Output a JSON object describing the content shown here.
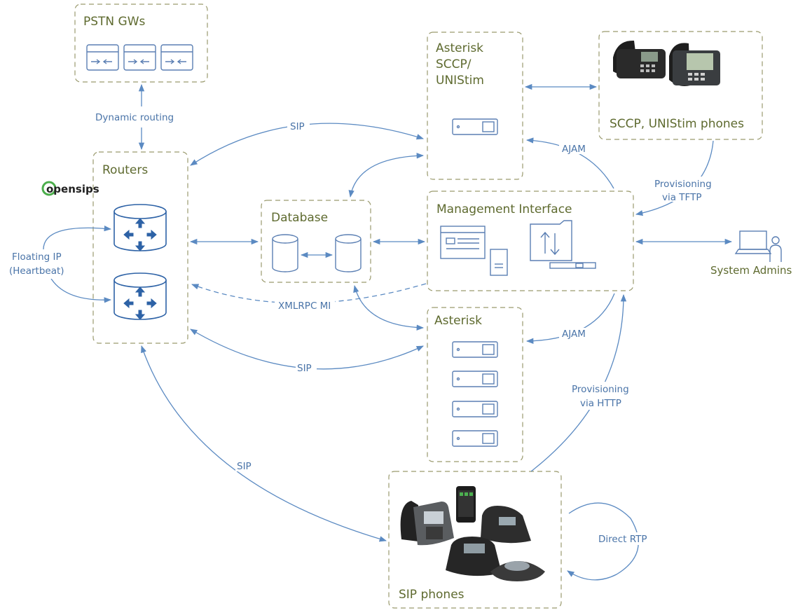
{
  "nodes": {
    "pstn": {
      "title": "PSTN GWs"
    },
    "asterisk_sccp": {
      "title_lines": [
        "Asterisk",
        "SCCP/",
        "UNIStim"
      ]
    },
    "sccp_phones": {
      "title": "SCCP, UNIStim phones"
    },
    "routers": {
      "title": "Routers",
      "logo_text": "opensips"
    },
    "database": {
      "title": "Database"
    },
    "management": {
      "title": "Management Interface"
    },
    "asterisk": {
      "title": "Asterisk"
    },
    "sip_phones": {
      "title": "SIP phones"
    },
    "system_admins": {
      "title": "System Admins"
    }
  },
  "edges": {
    "dynamic_routing": "Dynamic routing",
    "sip_top": "SIP",
    "ajam_top": "AJAM",
    "provisioning_tftp": [
      "Provisioning",
      "via TFTP"
    ],
    "floating_ip": [
      "Floating IP",
      "(Heartbeat)"
    ],
    "xmlrpc": "XMLRPC MI",
    "ajam_bottom": "AJAM",
    "sip_middle": "SIP",
    "provisioning_http": [
      "Provisioning",
      "via HTTP"
    ],
    "sip_bottom": "SIP",
    "direct_rtp": "Direct RTP"
  },
  "colors": {
    "frame": "#9a9a6e",
    "arrow": "#5b8ac2",
    "title": "#5e6a2f",
    "icon": "#2d62a6"
  }
}
